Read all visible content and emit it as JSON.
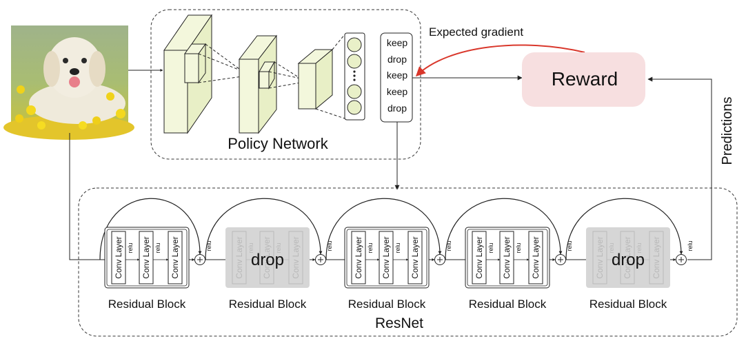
{
  "policy": {
    "title": "Policy Network",
    "decisions": [
      "keep",
      "drop",
      "keep",
      "keep",
      "drop"
    ]
  },
  "reward": {
    "label": "Reward",
    "fill": "#f7dfe0"
  },
  "labels": {
    "expected_gradient": "Expected gradient",
    "predictions": "Predictions",
    "resnet": "ResNet"
  },
  "blocks": [
    {
      "caption": "Residual Block",
      "dropped": false,
      "drop_text": ""
    },
    {
      "caption": "Residual Block",
      "dropped": true,
      "drop_text": "drop"
    },
    {
      "caption": "Residual Block",
      "dropped": false,
      "drop_text": ""
    },
    {
      "caption": "Residual Block",
      "dropped": false,
      "drop_text": ""
    },
    {
      "caption": "Residual Block",
      "dropped": true,
      "drop_text": "drop"
    }
  ],
  "layer_label": "Conv Layer",
  "relu_label": "relu",
  "colors": {
    "gradient_arrow": "#d9372b",
    "cube_fill": "#f3f7dc",
    "dropped_fill": "#d6d6d6"
  }
}
